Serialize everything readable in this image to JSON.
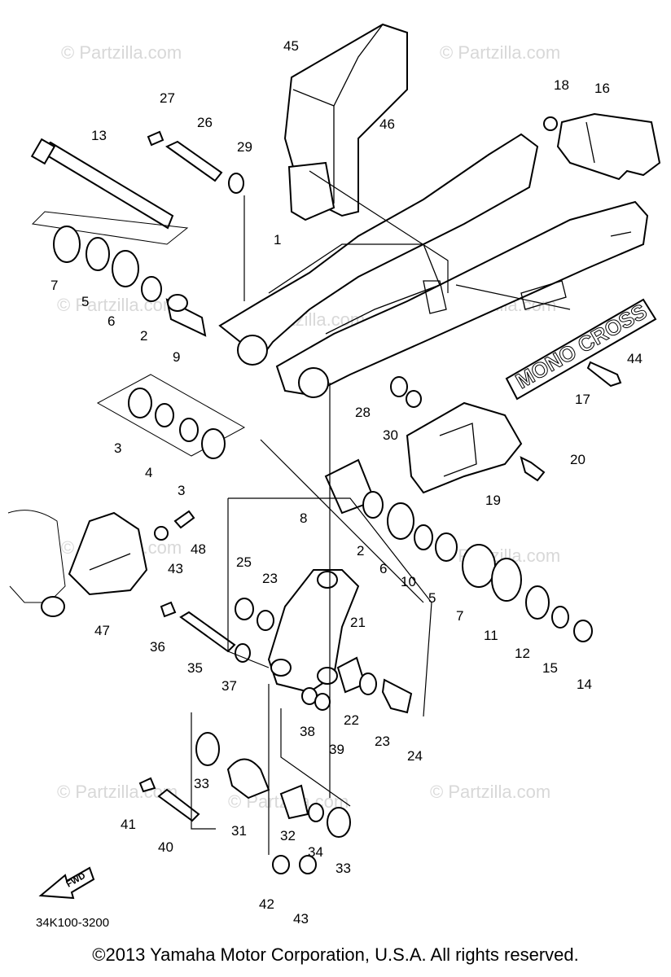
{
  "watermarks": [
    "© Partzilla.com",
    "© Partzilla.com",
    "© Partzilla.com",
    "© Partzilla.com",
    "© Partzilla.com",
    "© Partzilla.com",
    "© Partzilla.com",
    "© Partzilla.com",
    "© Partzilla.com",
    "© Partzilla.com"
  ],
  "callouts": [
    "45",
    "27",
    "26",
    "13",
    "29",
    "46",
    "18",
    "16",
    "1",
    "7",
    "5",
    "6",
    "2",
    "9",
    "44",
    "28",
    "17",
    "30",
    "3",
    "4",
    "3",
    "20",
    "8",
    "19",
    "48",
    "43",
    "25",
    "23",
    "2",
    "6",
    "10",
    "5",
    "7",
    "11",
    "12",
    "15",
    "14",
    "21",
    "47",
    "36",
    "35",
    "37",
    "38",
    "22",
    "23",
    "24",
    "39",
    "33",
    "41",
    "40",
    "31",
    "32",
    "34",
    "33",
    "42",
    "43"
  ],
  "decal_text": "MONO CROSS",
  "fwd_label": "FWD",
  "diagram_code": "34K100-3200",
  "copyright": "©2013 Yamaha Motor Corporation, U.S.A. All rights reserved."
}
